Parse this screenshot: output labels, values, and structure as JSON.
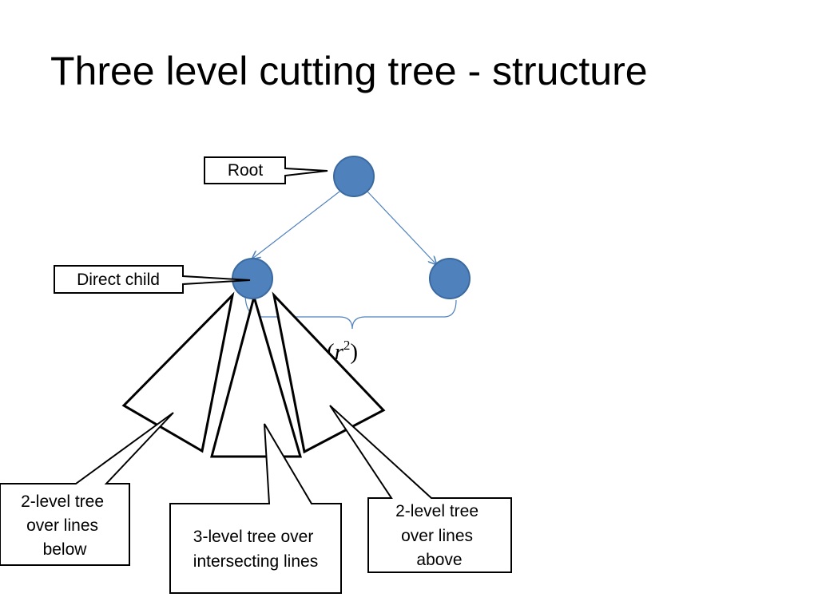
{
  "slide": {
    "title": "Three level cutting tree - structure"
  },
  "diagram": {
    "node_color": "#4f81bd",
    "node_stroke": "#3a6a9f",
    "edge_color": "#4f81bd",
    "labels": {
      "root": "Root",
      "direct_child": "Direct child",
      "bound_prefix": "O(",
      "bound_var": "r",
      "bound_exp": "2",
      "bound_suffix": ")",
      "left_tree": [
        "2-level tree",
        "over lines",
        "below"
      ],
      "middle_tree": [
        "3-level tree over",
        "intersecting lines"
      ],
      "right_tree": [
        "2-level tree",
        "over lines",
        "above"
      ]
    }
  }
}
